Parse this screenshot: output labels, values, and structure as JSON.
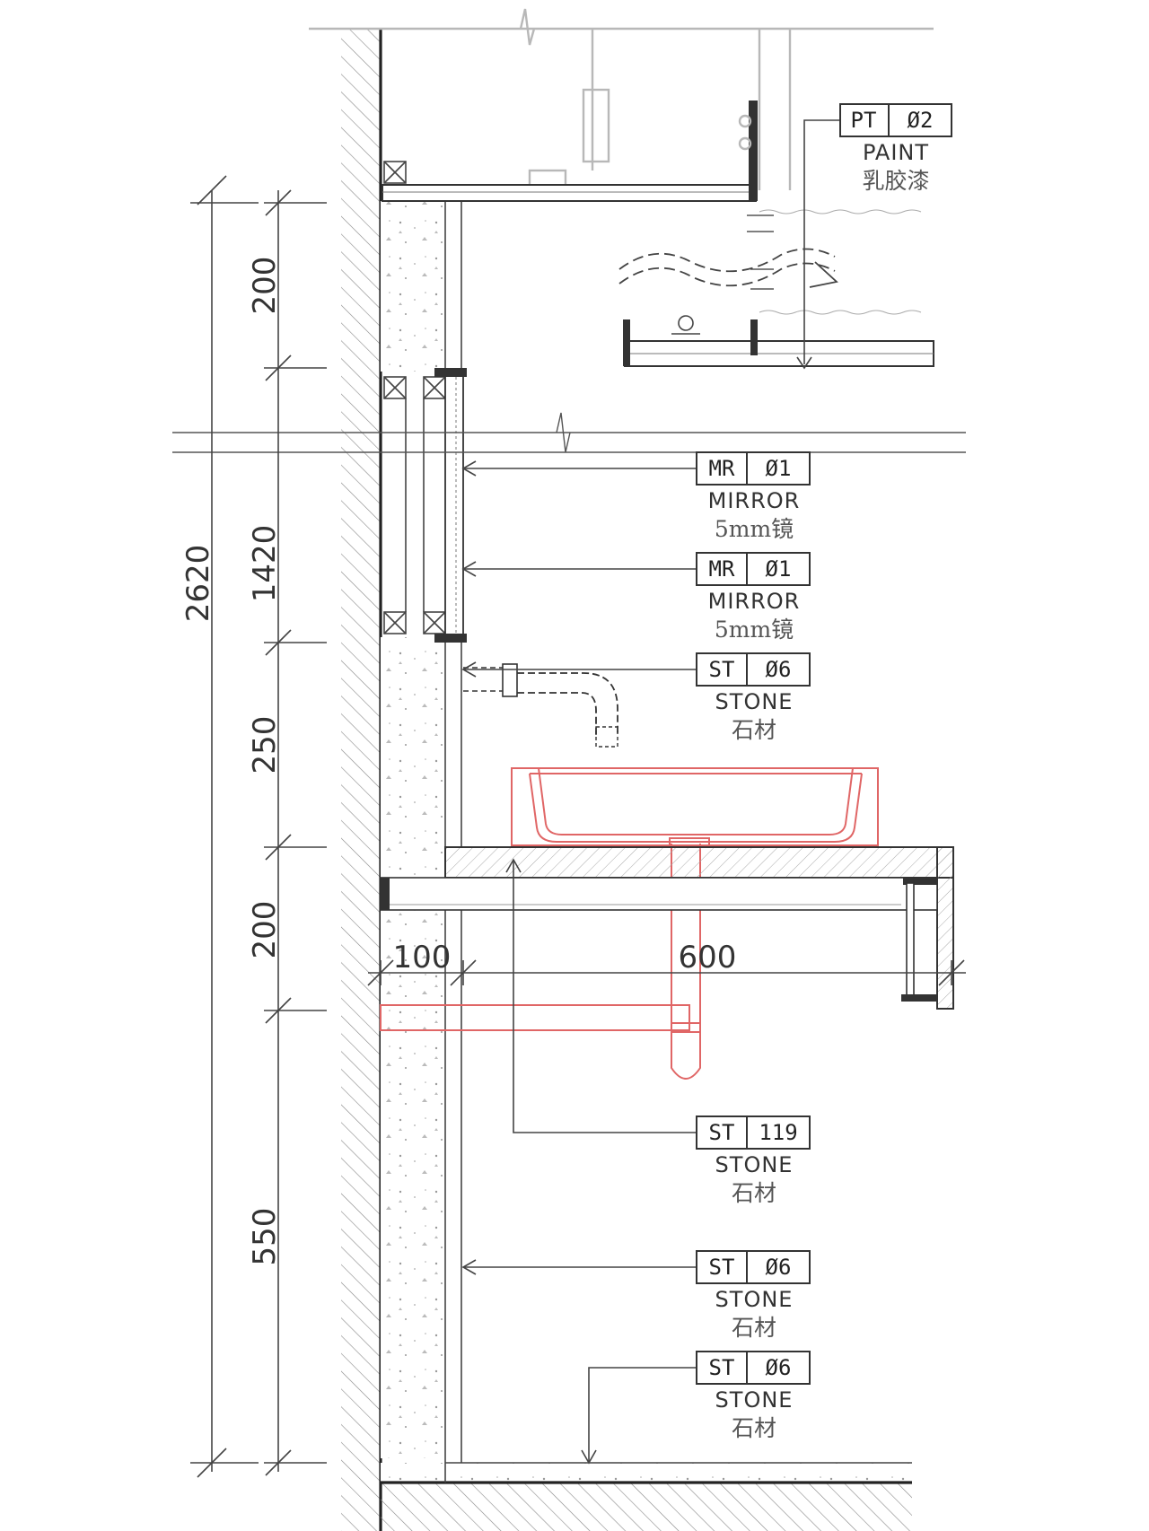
{
  "dimensions": {
    "overall": "2620",
    "segments": [
      "200",
      "1420",
      "250",
      "200",
      "550"
    ],
    "horizontal": [
      "100",
      "600"
    ]
  },
  "tags": [
    {
      "code": "PT",
      "num": "Ø2",
      "name": "PAINT",
      "zh": "乳胶漆"
    },
    {
      "code": "MR",
      "num": "Ø1",
      "name": "MIRROR",
      "zh": "5mm镜"
    },
    {
      "code": "MR",
      "num": "Ø1",
      "name": "MIRROR",
      "zh": "5mm镜"
    },
    {
      "code": "ST",
      "num": "Ø6",
      "name": "STONE",
      "zh": "石材"
    },
    {
      "code": "ST",
      "num": "119",
      "name": "STONE",
      "zh": "石材"
    },
    {
      "code": "ST",
      "num": "Ø6",
      "name": "STONE",
      "zh": "石材"
    },
    {
      "code": "ST",
      "num": "Ø6",
      "name": "STONE",
      "zh": "石材"
    }
  ],
  "colors": {
    "line": "#333333",
    "fixture": "#e06666",
    "ceiling": "#b8b8b8"
  }
}
